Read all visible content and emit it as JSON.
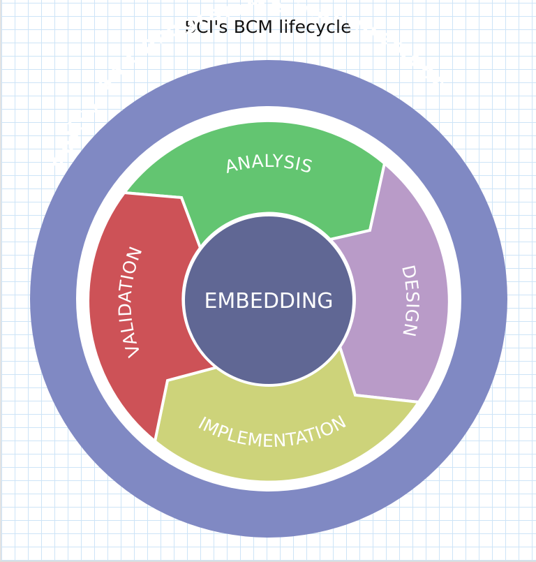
{
  "title": "BCI's BCM lifecycle",
  "outer_ring": {
    "label": "Policy and programme management",
    "color": "#8089c3"
  },
  "center": {
    "label": "EMBEDDING",
    "color": "#606794"
  },
  "stages": [
    {
      "id": "analysis",
      "label": "ANALYSIS",
      "color": "#63c571"
    },
    {
      "id": "design",
      "label": "DESIGN",
      "color": "#b99bc8"
    },
    {
      "id": "implementation",
      "label": "IMPLEMENTATION",
      "color": "#cdd37a"
    },
    {
      "id": "validation",
      "label": "VALIDATION",
      "color": "#cd5257"
    }
  ],
  "colors": {
    "gap": "#ffffff",
    "grid": "#cde4f7",
    "title_text": "#111111"
  }
}
